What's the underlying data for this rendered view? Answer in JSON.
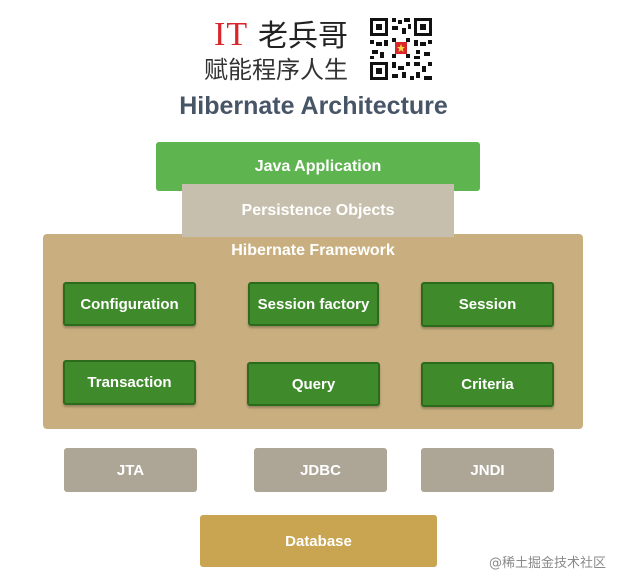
{
  "branding": {
    "it": "IT",
    "name": "老兵哥",
    "slogan": "赋能程序人生"
  },
  "title": "Hibernate Architecture",
  "layers": {
    "application": "Java Application",
    "persistence": "Persistence Objects",
    "framework": {
      "label": "Hibernate Framework",
      "components": [
        "Configuration",
        "Session factory",
        "Session",
        "Transaction",
        "Query",
        "Criteria"
      ]
    },
    "apis": [
      "JTA",
      "JDBC",
      "JNDI"
    ],
    "database": "Database"
  },
  "watermark": "@稀土掘金技术社区",
  "colors": {
    "title": "#475567",
    "application": "#5eb54f",
    "persistence": "#c6bfad",
    "framework": "#c9af7f",
    "component": "#3f8a2b",
    "api": "#ada697",
    "database": "#c9a552",
    "brand_red": "#d8262b"
  }
}
